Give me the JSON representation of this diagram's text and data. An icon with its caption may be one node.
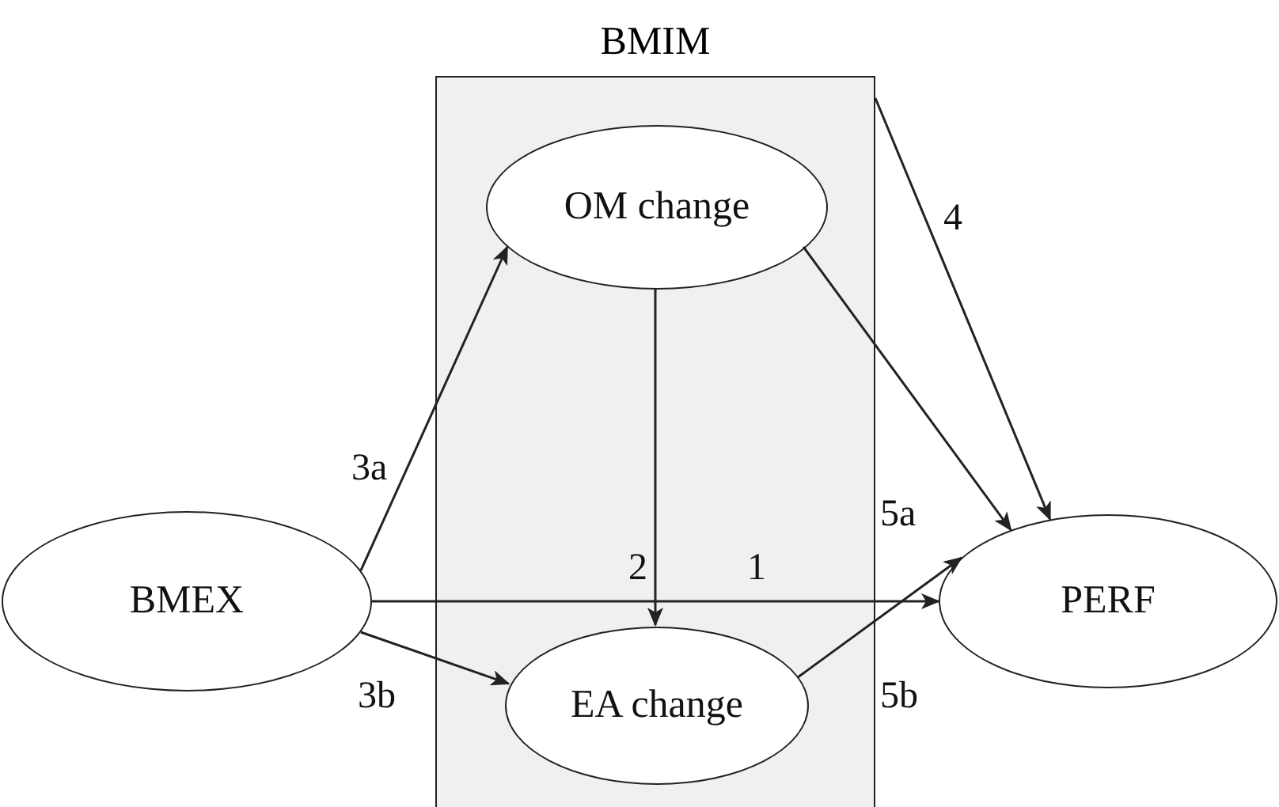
{
  "diagram": {
    "nodes": [
      {
        "text": [
          "BMIM"
        ]
      },
      {
        "text": [
          "OM change"
        ],
        "in": 0
      },
      {
        "text": [
          "EA change"
        ],
        "in": 0
      },
      {
        "text": [
          "BMEX"
        ]
      },
      {
        "text": [
          "PERF"
        ]
      }
    ],
    "edges": [
      {
        "from": 3,
        "to": 1,
        "arrow": "to",
        "label": "3a"
      },
      {
        "from": 3,
        "to": 2,
        "arrow": "to",
        "label": "3b"
      },
      {
        "from": 3,
        "to": 4,
        "arrow": "to",
        "label": "1"
      },
      {
        "from": 1,
        "to": 2,
        "arrow": "to",
        "label": "2"
      },
      {
        "from": 1,
        "to": 4,
        "arrow": "to",
        "label": "5a"
      },
      {
        "from": 2,
        "to": 4,
        "arrow": "to",
        "label": "5b"
      },
      {
        "from": 0,
        "to": 4,
        "arrow": "to",
        "label": "4"
      }
    ]
  }
}
